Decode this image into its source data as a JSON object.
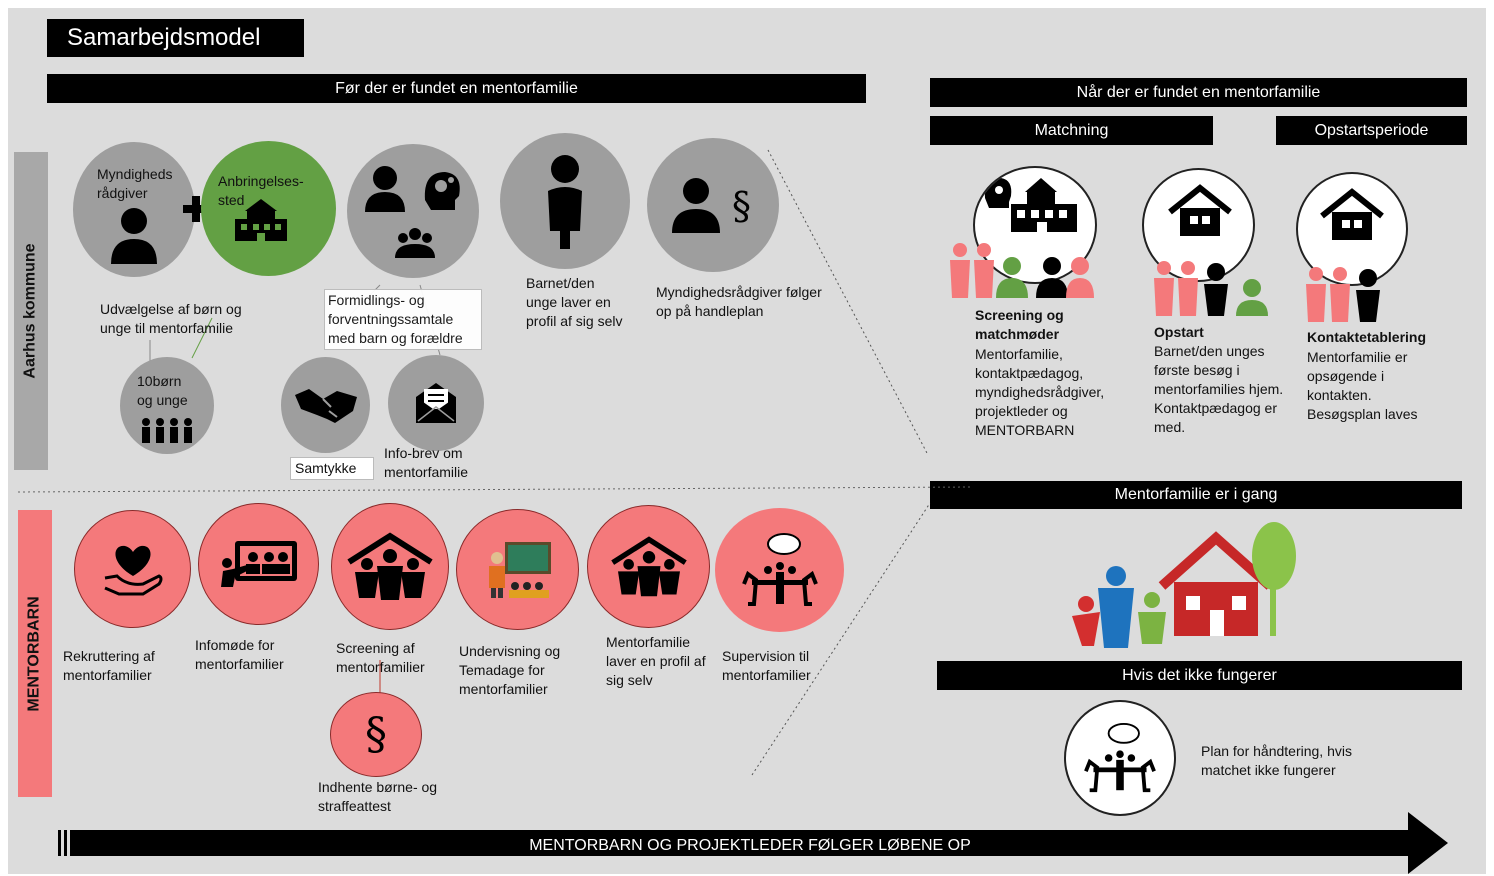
{
  "title": "Samarbejdsmodel",
  "headers": {
    "before": "Før der er fundet en mentorfamilie",
    "after": "Når der er fundet en mentorfamilie",
    "matching": "Matchning",
    "start": "Opstartsperiode",
    "ongoing": "Mentorfamilie er i gang",
    "notworking": "Hvis det ikke fungerer"
  },
  "side_labels": {
    "kommune": "Aarhus kommune",
    "mentorbarn": "MENTORBARN"
  },
  "kommune": {
    "myndigheds_circle": "Myndigheds rådgiver",
    "anbringelses_circle": "Anbringelses-sted",
    "udvaelgelse": "Udvælgelse af børn og unge til mentorfamilie",
    "ten_children": "10børn og unge",
    "formidling": "Formidlings- og forventningssamtale med barn og forældre",
    "samtykke": "Samtykke",
    "infobrev": "Info-brev om mentorfamilie",
    "profil": "Barnet/den unge laver en profil af sig selv",
    "opfoelgning": "Myndighedsrådgiver følger op på handleplan"
  },
  "mentorbarn": {
    "rekruttering": "Rekruttering af mentorfamilier",
    "infomoede": "Infomøde for mentorfamilier",
    "screening": "Screening af mentorfamilier",
    "undervisning": "Undervisning og Temadage for mentorfamilier",
    "mf_profil": "Mentorfamilie laver en profil af sig selv",
    "supervision": "Supervision til mentorfamilier",
    "attest": "Indhente børne- og straffeattest"
  },
  "matching": {
    "screening_title": "Screening og matchmøder",
    "screening_text": "Mentorfamilie, kontaktpædagog, myndighedsrådgiver, projektleder og MENTORBARN",
    "opstart_title": "Opstart",
    "opstart_text": "Barnet/den unges første besøg i mentorfamilies hjem. Kontaktpædagog er med.",
    "kontakt_title": "Kontaktetablering",
    "kontakt_text": "Mentorfamilie er opsøgende i kontakten. Besøgsplan laves"
  },
  "plan_text": "Plan for håndtering, hvis matchet ikke fungerer",
  "arrow_text": "MENTORBARN OG PROJEKTLEDER FØLGER LØBENE OP",
  "colors": {
    "grey": "#9e9e9e",
    "green": "#63a044",
    "pink": "#f4797b",
    "black": "#000000"
  },
  "icons": [
    "person-icon",
    "school-icon",
    "people-gear-icon",
    "child-icon",
    "paragraph-person-icon",
    "group-icon",
    "handshake-icon",
    "envelope-icon",
    "heart-hand-icon",
    "presentation-icon",
    "house-family-icon",
    "teacher-icon",
    "meeting-icon",
    "house-icon",
    "tree-icon"
  ]
}
